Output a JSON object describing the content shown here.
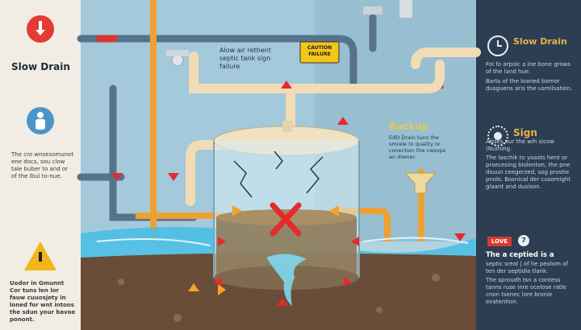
{
  "left": {
    "slow_drain_title": "Slow Drain",
    "text_1": "The cro wnsesomunot ene docs, sou clow tale buber to and or of the lbui to-nue.",
    "text_2": "Uodor in Gmunnt Cor tuns len lor fauw cuuosjety in loned for wnt intoos the sdun your bavoe ponont."
  },
  "center": {
    "septic_label": "Alow air rethent septic tank sign failure",
    "caution_sign": "CAUTION FAILURE"
  },
  "backup": {
    "title": "Backup",
    "text": "EdD Drain tuns the smrele to quality or conection the cwsops an diwner."
  },
  "right": {
    "slow_drain_title": "Slow Drain",
    "slow_drain_text_1": "Foi fo arpolc a ine bone grows of the land hue.",
    "slow_drain_text_2": "Barla of the loaned bomor dusguens aris the usmilsation.",
    "sign_title": "Sign",
    "sign_text": "Addes our the wih sicow (Numing.",
    "sign_text_2": "The laschik to yoasts hent or prsecesing blolenton, the pne dsuun ceegerzed, sog prostie pnols. Bosnical der cusomight glaant and dusison.",
    "badge_love": "LOVE",
    "badge_num": "7",
    "septied_title": "The a ceptied is a",
    "septied_text": "septic sreal | of he peolom of ten der septidia tlank.",
    "septied_text_2": "The sproudh tsn a contess tanns ruse inre ocelose ratle cnon tsenec lore bronie evatention."
  },
  "colors": {
    "pipe": "#f1dcb6",
    "pipe_dark": "#57738d",
    "orange": "#f1a229",
    "red": "#e0262b",
    "water": "#48c0e8",
    "soil": "#6b4f3a",
    "right_panel": "#2d3e52",
    "left_panel": "#f1ede4"
  }
}
